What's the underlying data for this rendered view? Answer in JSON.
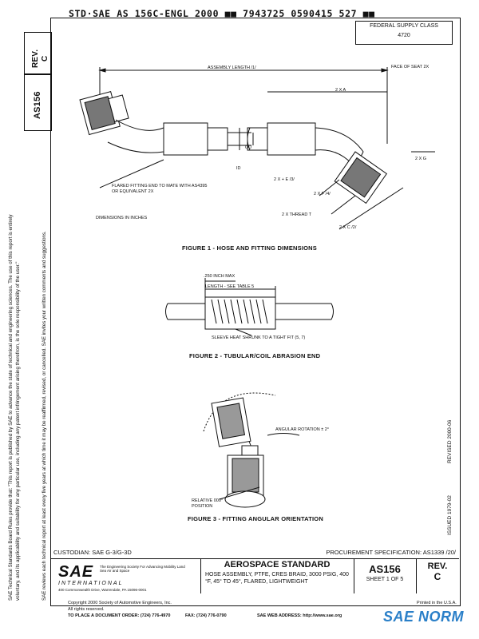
{
  "header": {
    "doc_code": "STD·SAE AS 156C-ENGL 2000 ■■ 7943725 0590415 527 ■■"
  },
  "federal_supply": {
    "label": "FEDERAL SUPPLY CLASS",
    "value": "4720"
  },
  "side": {
    "rev_label": "REV.",
    "rev_value": "C",
    "doc_number": "AS156",
    "notice_1": "SAE Technical Standards Board Rules provide that: \"This report is published by SAE to advance the state of technical and engineering sciences. The use of this report is entirely",
    "notice_2": "voluntary, and its applicability and suitability for any particular use, including any patent infringement arising therefrom, is the sole responsibility of the user.\"",
    "notice_3": "SAE reviews each technical report at least every five years at which time it may be reaffirmed, revised, or cancelled. SAE invites your written comments and suggestions.",
    "issued": "ISSUED 1979-02",
    "revised": "REVISED 2000-06"
  },
  "figure1": {
    "assembly_length": "ASSEMBLY LENGTH /1/",
    "face_of_seat": "FACE OF SEAT 2X",
    "dim_2xa": "2 X A",
    "od": "OD",
    "id": "ID",
    "dim_2xe": "2 X + E /3/",
    "dim_2xg": "2 X G",
    "dim_2xf": "2 X F /4/",
    "dim_thread": "2 X THREAD T",
    "dim_2xc": "2 X C /2/",
    "flared_note": "FLARED FITTING END TO MATE WITH AS4395 OR EQUIVALENT 2X",
    "units": "DIMENSIONS IN INCHES",
    "caption": "FIGURE 1 - HOSE AND FITTING DIMENSIONS"
  },
  "figure2": {
    "max_label": ".250 INCH MAX",
    "length_label": "LENGTH - SEE TABLE 5",
    "sleeve_label": "SLEEVE HEAT SHRUNK TO A TIGHT FIT (5, 7)",
    "caption": "FIGURE 2 - TUBULAR/COIL ABRASION END"
  },
  "figure3": {
    "angular": "ANGULAR ROTATION ± 2°",
    "relative": "RELATIVE 000° POSITION",
    "caption": "FIGURE 3 - FITTING ANGULAR ORIENTATION"
  },
  "title_block": {
    "custodian": "CUSTODIAN: SAE G-3/G-3D",
    "procurement": "PROCUREMENT SPECIFICATION: AS1339 /20/",
    "sae_logo": "SAE",
    "sae_tagline": "The Engineering Society For Advancing Mobility Land Sea Air and Space",
    "sae_international": "INTERNATIONAL",
    "sae_address": "400 Commonwealth Drive, Warrendale, PA 15096-0001",
    "standard_type": "AEROSPACE STANDARD",
    "title": "HOSE ASSEMBLY, PTFE, CRES BRAID, 3000 PSIG, 400 °F, 45° TO 45°, FLARED, LIGHTWEIGHT",
    "doc_number": "AS156",
    "sheet": "SHEET 1 OF 5",
    "rev_label": "REV.",
    "rev_value": "C"
  },
  "footer": {
    "copyright": "Copyright 2000 Society of Automotive Engineers, Inc.",
    "rights": "All rights reserved.",
    "printed": "Printed in the U.S.A.",
    "order": "TO PLACE A DOCUMENT ORDER:  (724) 776-4970",
    "fax": "FAX:  (724) 776-0790",
    "web": "SAE WEB ADDRESS:  http://www.sae.org"
  },
  "watermark": {
    "text": "SAE NORM"
  }
}
